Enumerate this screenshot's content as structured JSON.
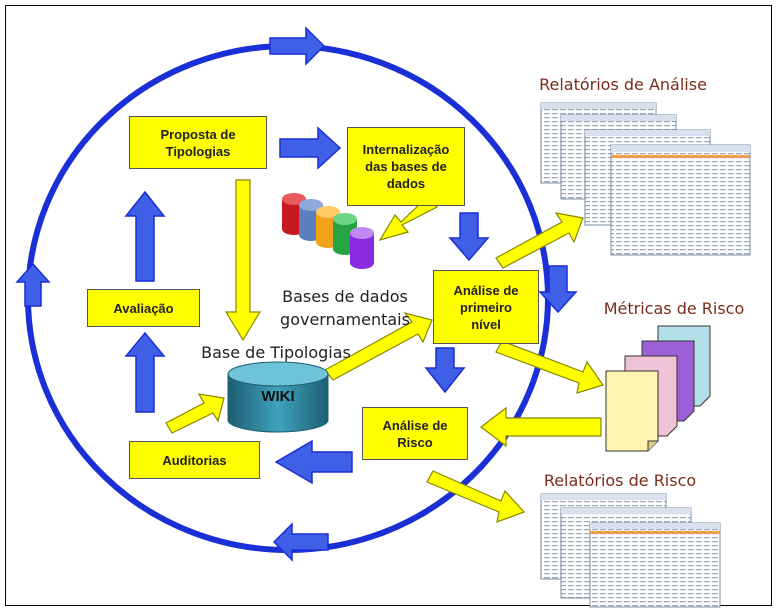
{
  "diagram": {
    "boxes": {
      "proposta": "Proposta de\nTipologias",
      "internalizacao": "Internalização\ndas bases de\ndados",
      "avaliacao": "Avaliação",
      "analise_primeiro": "Análise de\nprimeiro\nnível",
      "analise_risco": "Análise de\nRisco",
      "auditorias": "Auditorias"
    },
    "labels": {
      "relatorios_analise": "Relatórios de Análise",
      "metricas_risco": "Métricas de Risco",
      "relatorios_risco": "Relatórios de Risco",
      "bases_dados": "Bases de dados\ngovernamentais",
      "base_tipologias": "Base de Tipologias",
      "wiki": "WIKI"
    },
    "colors": {
      "cycle_circle": "#1a2fd6",
      "process_box": "#ffff00",
      "yellow_arrow": "#ffff00",
      "blue_arrow": "#3f5fe6",
      "label_dark": "#7b2d1a",
      "wiki_cylinder": "#2c7c93",
      "db_cylinders": [
        "#c8191f",
        "#5b7fbf",
        "#f5a21b",
        "#26a343",
        "#8a2be2"
      ],
      "metric_pages": [
        "#b3e0e8",
        "#9d5fd6",
        "#f0c2d6",
        "#fff3b0"
      ]
    },
    "icons": [
      "document-stack-icon",
      "database-cylinders-icon",
      "metric-pages-icon",
      "wiki-database-icon"
    ]
  }
}
